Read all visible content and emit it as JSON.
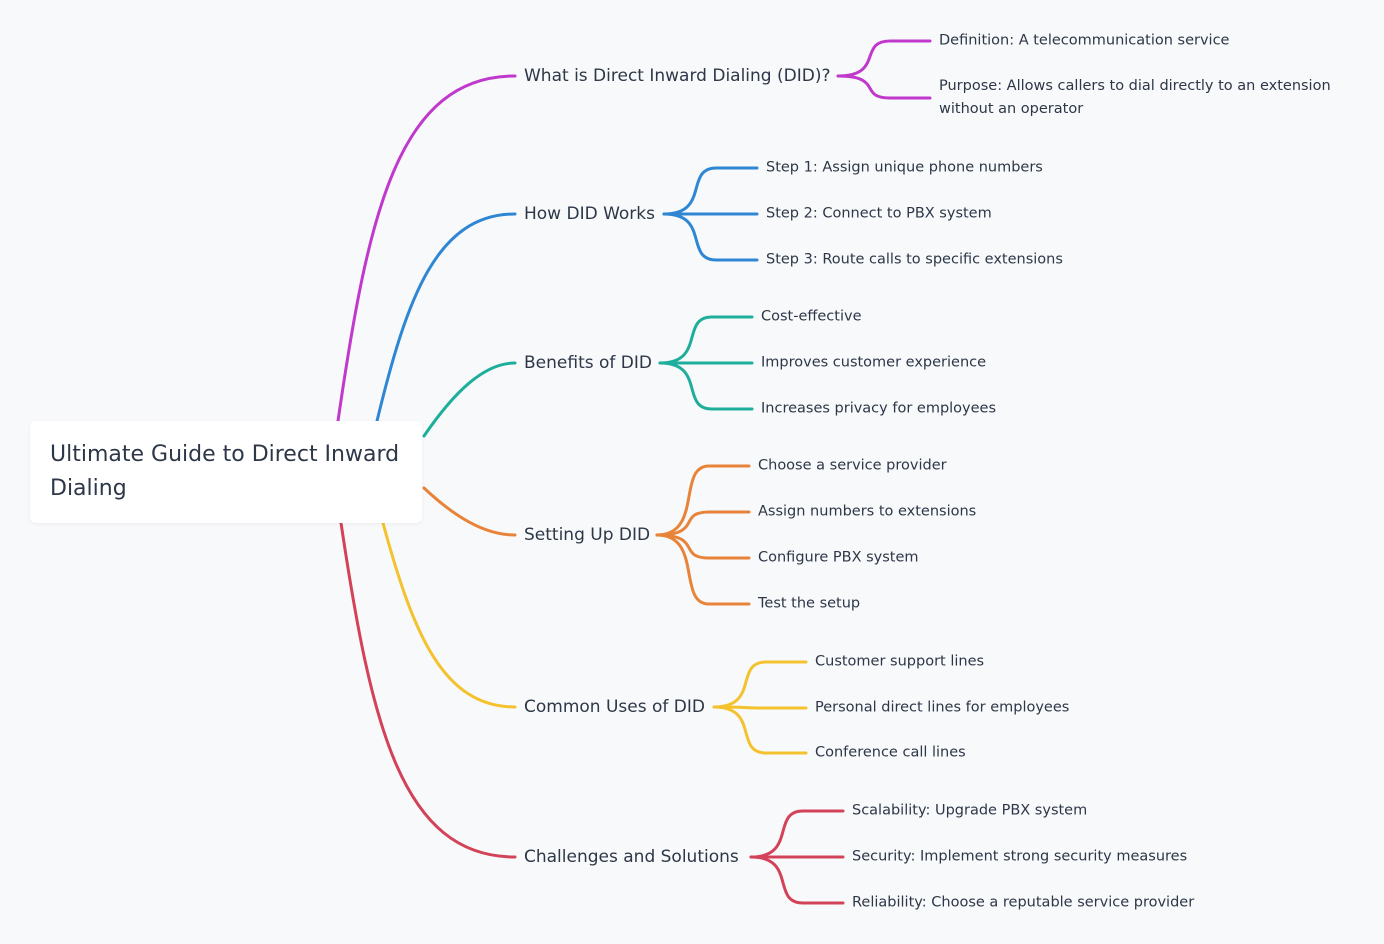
{
  "root": {
    "title": "Ultimate Guide to Direct Inward Dialing"
  },
  "branches": [
    {
      "label": "What is Direct Inward Dialing (DID)?",
      "color": "#c039cc",
      "children": [
        "Definition: A telecommunication service",
        "Purpose: Allows callers to dial directly to an extension without an operator"
      ]
    },
    {
      "label": "How DID Works",
      "color": "#2f87d4",
      "children": [
        "Step 1: Assign unique phone numbers",
        "Step 2: Connect to PBX system",
        "Step 3: Route calls to specific extensions"
      ]
    },
    {
      "label": "Benefits of DID",
      "color": "#1fae9b",
      "children": [
        "Cost-effective",
        "Improves customer experience",
        "Increases privacy for employees"
      ]
    },
    {
      "label": "Setting Up DID",
      "color": "#e8843a",
      "children": [
        "Choose a service provider",
        "Assign numbers to extensions",
        "Configure PBX system",
        "Test the setup"
      ]
    },
    {
      "label": "Common Uses of DID",
      "color": "#f4c22e",
      "children": [
        "Customer support lines",
        "Personal direct lines for employees",
        "Conference call lines"
      ]
    },
    {
      "label": "Challenges and Solutions",
      "color": "#d2435a",
      "children": [
        "Scalability: Upgrade PBX system",
        "Security: Implement strong security measures",
        "Reliability: Choose a reputable service provider"
      ]
    }
  ]
}
